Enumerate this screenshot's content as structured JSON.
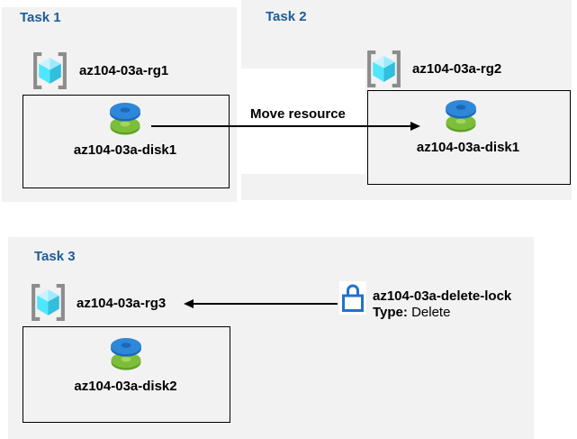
{
  "diagram": {
    "tasks": [
      {
        "title": "Task 1",
        "resource_group": "az104-03a-rg1",
        "disk": "az104-03a-disk1"
      },
      {
        "title": "Task 2",
        "resource_group": "az104-03a-rg2",
        "disk": "az104-03a-disk1"
      },
      {
        "title": "Task 3",
        "resource_group": "az104-03a-rg3",
        "disk": "az104-03a-disk2"
      }
    ],
    "move_arrow_label": "Move resource",
    "lock": {
      "name": "az104-03a-delete-lock",
      "type_label": "Type:",
      "type_value": "Delete"
    },
    "colors": {
      "panel_bg": "#F2F2F2",
      "title_blue": "#1C5C99",
      "lock_blue": "#2272CC",
      "disk_blue": "#2E87D9",
      "disk_blue_dark": "#1A69B8",
      "disk_green": "#7CBE3A",
      "disk_green_dark": "#5EA125",
      "bracket_gray": "#8C8C8C",
      "cube_light": "#C9F3FF",
      "cube_mid_light": "#9CEBFF",
      "cube_mid": "#50E6FF",
      "cube_dark": "#32BEDD"
    }
  }
}
